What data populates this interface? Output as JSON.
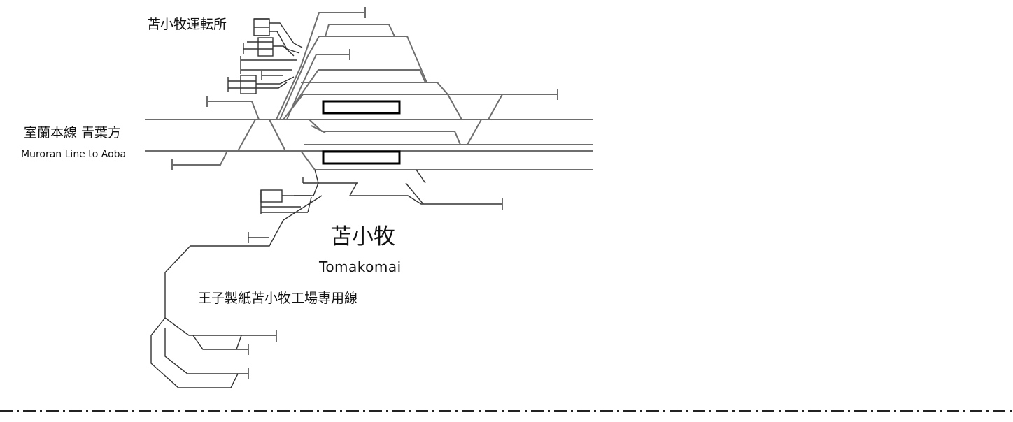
{
  "labels": {
    "depot": "苫小牧運転所",
    "line_ja": "室蘭本線 青葉方",
    "line_en": "Muroran Line to Aoba",
    "station_ja": "苫小牧",
    "station_en": "Tomakomai",
    "siding": "王子製紙苫小牧工場専用線"
  },
  "colors": {
    "track": "#6e6e6e",
    "siding_track": "#333333",
    "platform": "#000000",
    "boundary": "#222222"
  }
}
